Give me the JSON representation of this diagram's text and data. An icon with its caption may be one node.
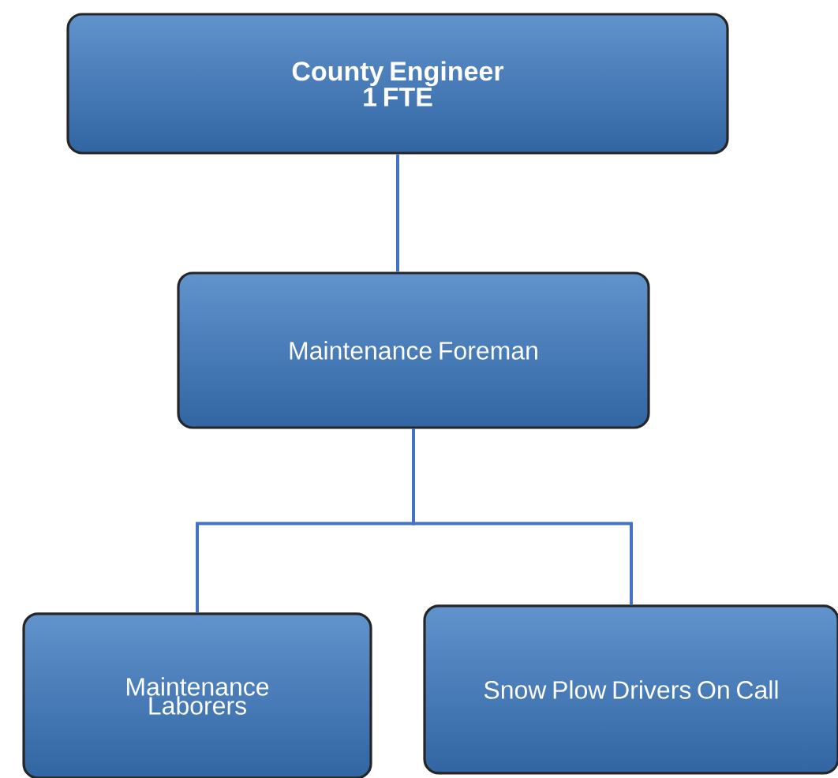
{
  "diagram": {
    "nodes": [
      {
        "text": [
          "County Engineer",
          "1 FTE"
        ]
      },
      {
        "text": [
          "Maintenance Foreman"
        ]
      },
      {
        "text": [
          "Maintenance Laborers"
        ]
      },
      {
        "text": [
          "Snow Plow Drivers On Call"
        ]
      }
    ],
    "edges": [
      {
        "from": 0,
        "to": 1,
        "arrow": "none"
      },
      {
        "from": 1,
        "to": 2,
        "arrow": "none"
      },
      {
        "from": 1,
        "to": 3,
        "arrow": "none"
      }
    ]
  }
}
